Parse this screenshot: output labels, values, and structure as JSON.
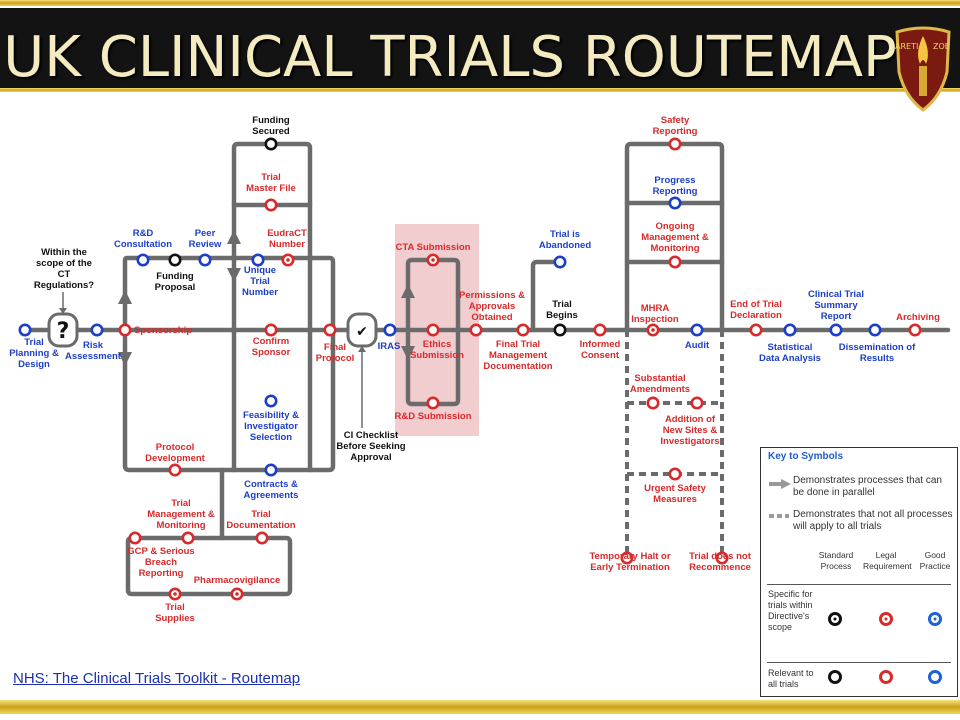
{
  "header": {
    "title": "UK CLINICAL TRIALS ROUTEMAP",
    "logo_text_left": "ARETI",
    "logo_text_right": "ZOE"
  },
  "colors": {
    "standard": "#111111",
    "legal": "#d82a2a",
    "good_practice": "#1d3fc7",
    "line": "#6b6b6b",
    "highlight": "#f1c8cb"
  },
  "labels": {
    "trial_planning": "Trial Planning & Design",
    "within_scope": "Within the scope of the CT Regulations?",
    "risk_assessment": "Risk Assessment",
    "sponsorship": "Sponsorship",
    "rd_consultation": "R&D Consultation",
    "funding_proposal": "Funding Proposal",
    "peer_review": "Peer Review",
    "funding_secured": "Funding Secured",
    "trial_master_file": "Trial Master File",
    "eudract": "EudraCT Number",
    "unique_trial_number": "Unique Trial Number",
    "confirm_sponsor": "Confirm Sponsor",
    "feasibility": "Feasibility & Investigator Selection",
    "contracts": "Contracts & Agreements",
    "protocol_development": "Protocol Development",
    "final_protocol": "Final Protocol",
    "ci_checklist": "CI Checklist Before Seeking Approval",
    "iras": "IRAS",
    "cta_submission": "CTA Submission",
    "ethics_submission": "Ethics Submission",
    "rd_submission": "R&D Submission",
    "permissions": "Permissions & Approvals Obtained",
    "final_trial_mgmt": "Final Trial Management Documentation",
    "trial_abandoned": "Trial is Abandoned",
    "trial_begins": "Trial Begins",
    "informed_consent": "Informed Consent",
    "safety_reporting": "Safety Reporting",
    "progress_reporting": "Progress Reporting",
    "ongoing_management": "Ongoing Management & Monitoring",
    "mhra_inspection": "MHRA Inspection",
    "audit": "Audit",
    "substantial_amendments": "Substantial Amendments",
    "addition_new_sites": "Addition of New Sites & Investigators",
    "urgent_safety": "Urgent Safety Measures",
    "temporary_halt": "Temporary Halt or Early Termination",
    "trial_not_recommence": "Trial does not Recommence",
    "end_of_trial": "End of Trial Declaration",
    "statistical_analysis": "Statistical Data Analysis",
    "csr": "Clinical Trial Summary Report",
    "dissemination": "Dissemination of Results",
    "archiving": "Archiving",
    "trial_mgmt_monitoring": "Trial Management & Monitoring",
    "trial_documentation": "Trial Documentation",
    "gcp": "GCP & Serious Breach Reporting",
    "pharmacovigilance": "Pharmacovigilance",
    "trial_supplies": "Trial Supplies"
  },
  "key": {
    "title": "Key to Symbols",
    "parallel": "Demonstrates processes that can be done in parallel",
    "not_all": "Demonstrates that not all processes will apply to all trials",
    "col_standard": "Standard Process",
    "col_legal": "Legal Requirement",
    "col_good": "Good Practice",
    "row_specific": "Specific for trials within Directive's scope",
    "row_all": "Relevant to all trials"
  },
  "source_link": "NHS: The Clinical Trials Toolkit - Routemap"
}
